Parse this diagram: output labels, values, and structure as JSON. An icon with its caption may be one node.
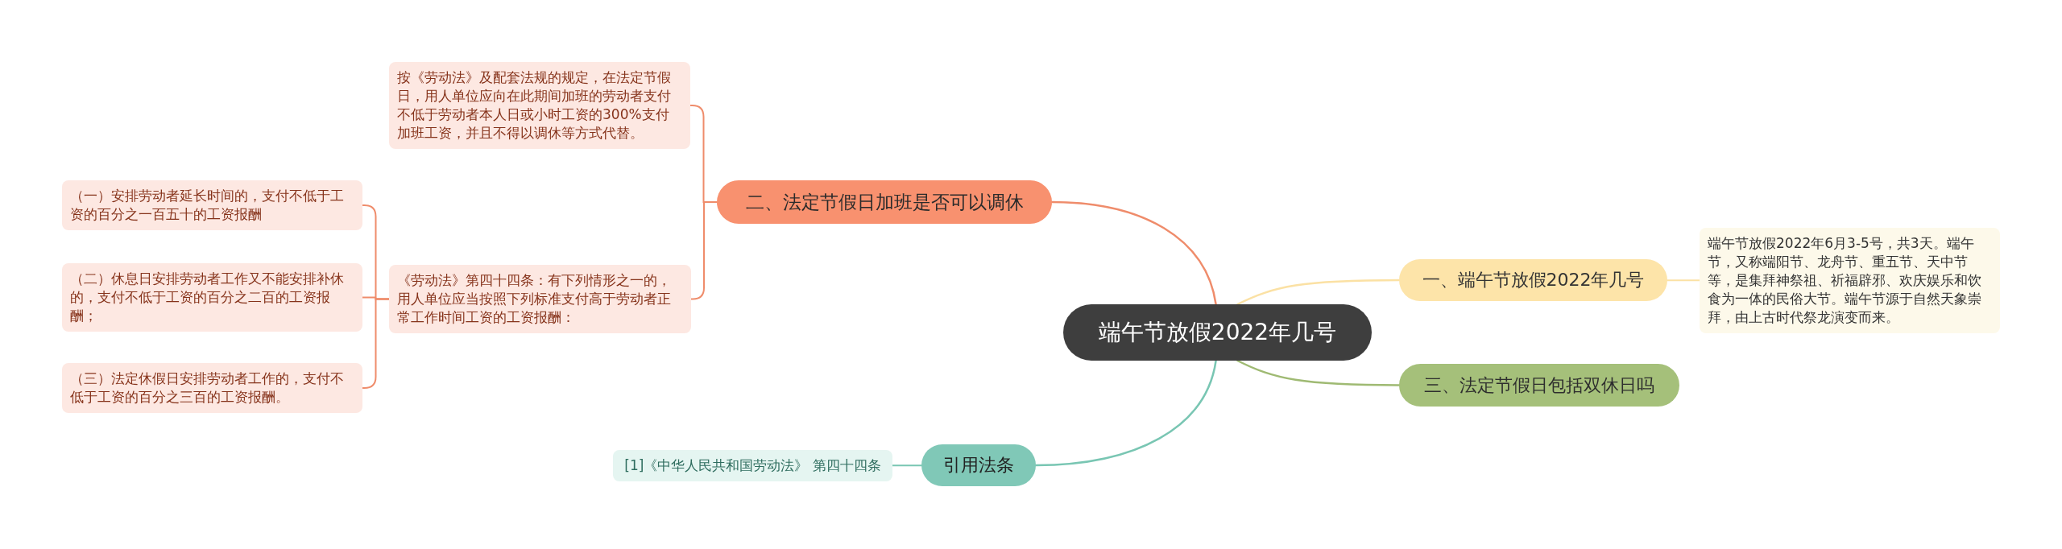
{
  "diagram": {
    "nodes": [
      {
        "text": [
          "端午节放假2022年几号"
        ]
      },
      {
        "text": [
          "二、法定节假日加班是否可以调休"
        ]
      },
      {
        "text": [
          "按《劳动法》及配套法规的规定，在法定节假日，用人单位应向在此期间加班的劳动者支付不低于劳动者本人日或小时工资的300%支付加班工资，并且不得以调休等方式代替。"
        ]
      },
      {
        "text": [
          "《劳动法》第四十四条：有下列情形之一的，用人单位应当按照下列标准支付高于劳动者正常工作时间工资的工资报酬："
        ]
      },
      {
        "text": [
          "（一）安排劳动者延长时间的，支付不低于工资的百分之一百五十的工资报酬"
        ]
      },
      {
        "text": [
          "（二）休息日安排劳动者工作又不能安排补休的，支付不低于工资的百分之二百的工资报酬；"
        ]
      },
      {
        "text": [
          "（三）法定休假日安排劳动者工作的，支付不低于工资的百分之三百的工资报酬。"
        ]
      },
      {
        "text": [
          "一、端午节放假2022年几号"
        ]
      },
      {
        "text": [
          "端午节放假2022年6月3-5号，共3天。端午节，又称端阳节、龙舟节、重五节、天中节等，是集拜神祭祖、祈福辟邪、欢庆娱乐和饮食为一体的民俗大节。端午节源于自然天象崇拜，由上古时代祭龙演变而来。"
        ]
      },
      {
        "text": [
          "三、法定节假日包括双休日吗"
        ]
      },
      {
        "text": [
          "引用法条"
        ]
      },
      {
        "text": [
          "[1]《中华人民共和国劳动法》 第四十四条"
        ]
      }
    ],
    "edges": [
      {
        "from": 0,
        "to": 1,
        "arrow": "none"
      },
      {
        "from": 1,
        "to": 2,
        "arrow": "none"
      },
      {
        "from": 1,
        "to": 3,
        "arrow": "none"
      },
      {
        "from": 3,
        "to": 4,
        "arrow": "none"
      },
      {
        "from": 3,
        "to": 5,
        "arrow": "none"
      },
      {
        "from": 3,
        "to": 6,
        "arrow": "none"
      },
      {
        "from": 0,
        "to": 7,
        "arrow": "none",
        "color": "#fbe1a4"
      },
      {
        "from": 7,
        "to": 8,
        "arrow": "none",
        "color": "#fbe1a4"
      },
      {
        "from": 0,
        "to": 9,
        "arrow": "none",
        "color": "#9fba73"
      },
      {
        "from": 0,
        "to": 10,
        "arrow": "none",
        "color": "#79c6b3"
      },
      {
        "from": 10,
        "to": 11,
        "arrow": "none",
        "color": "#79c6b3"
      }
    ]
  }
}
